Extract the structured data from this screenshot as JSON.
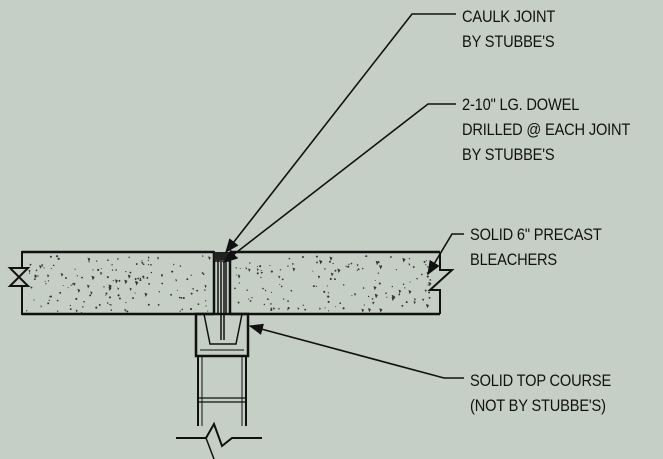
{
  "callouts": {
    "caulk_joint": {
      "lines": [
        "CAULK JOINT",
        "BY STUBBE'S"
      ]
    },
    "dowel": {
      "lines": [
        "2-10\" LG. DOWEL",
        "DRILLED @ EACH JOINT",
        "BY STUBBE'S"
      ]
    },
    "bleachers": {
      "lines": [
        "SOLID 6\" PRECAST",
        "BLEACHERS"
      ]
    },
    "top_course": {
      "lines": [
        "SOLID TOP COURSE",
        "(NOT BY STUBBE'S)"
      ]
    }
  },
  "colors": {
    "background": "#c6cfc6",
    "linework": "#111111"
  }
}
